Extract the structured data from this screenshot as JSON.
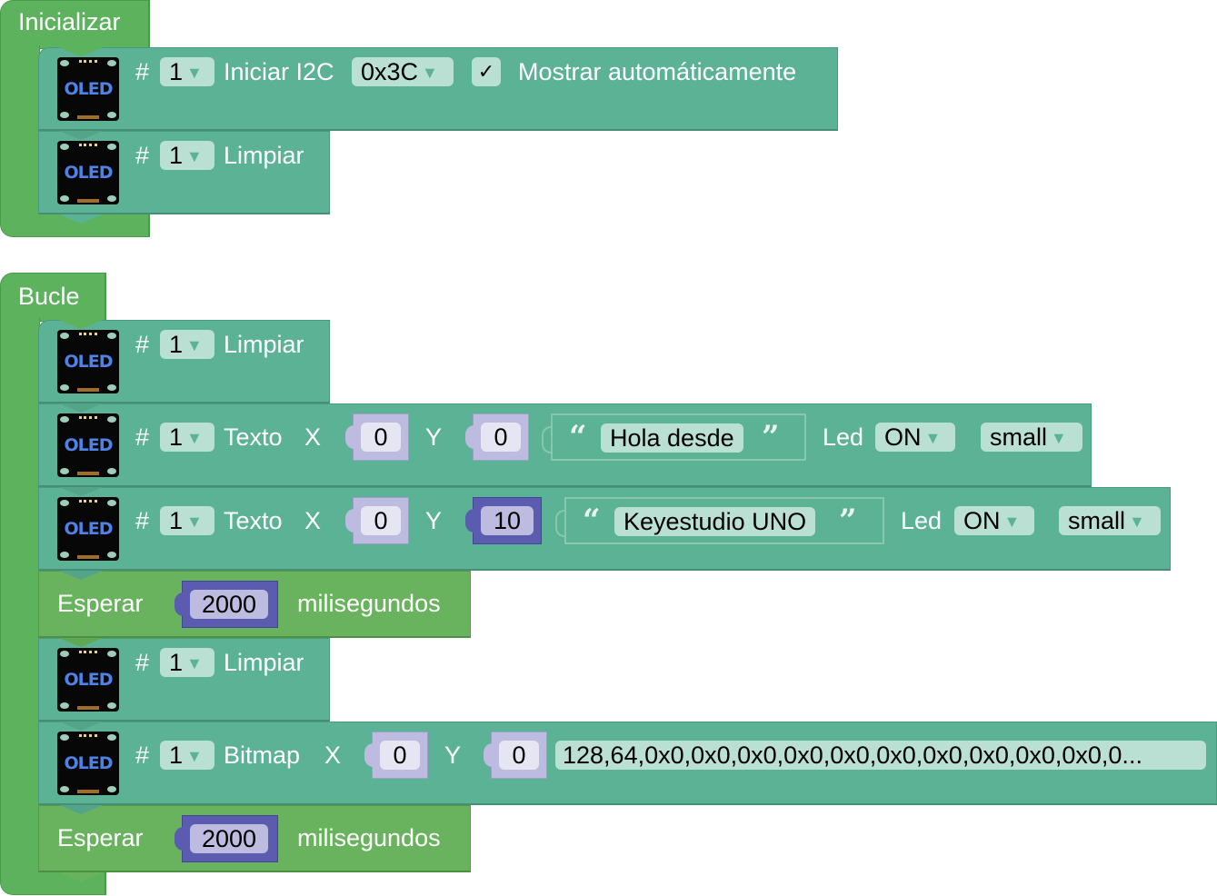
{
  "workspace": {
    "setup_block": {
      "title": "Inicializar",
      "children": [
        {
          "type": "oled_init",
          "icon": "oled-display-icon",
          "icon_text": "OLED",
          "hash": "#",
          "display_index": "1",
          "label": "Iniciar I2C",
          "address": "0x3C",
          "auto_show_checked": "✓",
          "auto_show_label": "Mostrar automáticamente"
        },
        {
          "type": "oled_clear",
          "icon": "oled-display-icon",
          "icon_text": "OLED",
          "hash": "#",
          "display_index": "1",
          "label": "Limpiar"
        }
      ]
    },
    "loop_block": {
      "title": "Bucle",
      "children": [
        {
          "type": "oled_clear",
          "icon_text": "OLED",
          "hash": "#",
          "display_index": "1",
          "label": "Limpiar"
        },
        {
          "type": "oled_text",
          "icon_text": "OLED",
          "hash": "#",
          "display_index": "1",
          "label": "Texto",
          "x_label": "X",
          "x_value": "0",
          "y_label": "Y",
          "y_value": "0",
          "open_quote": "“",
          "text_value": "Hola desde",
          "close_quote": "”",
          "led_label": "Led",
          "led_value": "ON",
          "size_value": "small"
        },
        {
          "type": "oled_text",
          "icon_text": "OLED",
          "hash": "#",
          "display_index": "1",
          "label": "Texto",
          "x_label": "X",
          "x_value": "0",
          "y_label": "Y",
          "y_value": "10",
          "open_quote": "“",
          "text_value": "Keyestudio UNO",
          "close_quote": "”",
          "led_label": "Led",
          "led_value": "ON",
          "size_value": "small"
        },
        {
          "type": "delay",
          "label": "Esperar",
          "value": "2000",
          "unit": "milisegundos"
        },
        {
          "type": "oled_clear",
          "icon_text": "OLED",
          "hash": "#",
          "display_index": "1",
          "label": "Limpiar"
        },
        {
          "type": "oled_bitmap",
          "icon_text": "OLED",
          "hash": "#",
          "display_index": "1",
          "label": "Bitmap",
          "x_label": "X",
          "x_value": "0",
          "y_label": "Y",
          "y_value": "0",
          "bitmap_value": "128,64,0x0,0x0,0x0,0x0,0x0,0x0,0x0,0x0,0x0,0x0,0..."
        },
        {
          "type": "delay",
          "label": "Esperar",
          "value": "2000",
          "unit": "milisegundos"
        }
      ]
    }
  },
  "colors": {
    "event_block": "#5cb25d",
    "oled_block": "#5bb294",
    "wait_block": "#6ab35e",
    "number_block": "#bdbbe0",
    "number_block_dark": "#5b5bb0",
    "field_bg": "#b9e0d2"
  }
}
